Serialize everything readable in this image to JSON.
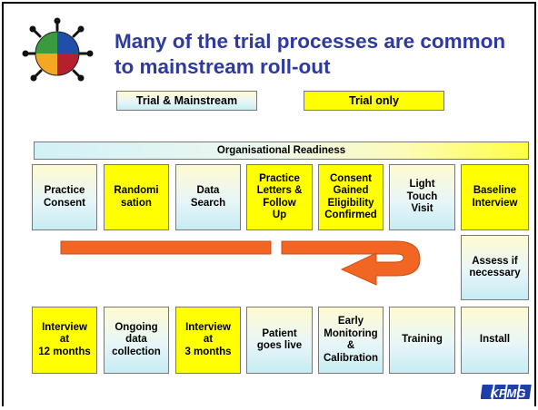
{
  "title": "Many of the trial processes are common to mainstream roll-out",
  "legend": {
    "mainstream_label": "Trial & Mainstream",
    "trial_only_label": "Trial only"
  },
  "readiness_label": "Organisational Readiness",
  "top_row": [
    {
      "label": "Practice\nConsent",
      "type": "trial-and-mainstream"
    },
    {
      "label": "Randomi\nsation",
      "type": "trial-only"
    },
    {
      "label": "Data\nSearch",
      "type": "trial-and-mainstream"
    },
    {
      "label": "Practice\nLetters &\nFollow\nUp",
      "type": "trial-only"
    },
    {
      "label": "Consent\nGained\nEligibility\nConfirmed",
      "type": "trial-only"
    },
    {
      "label": "Light\nTouch\nVisit",
      "type": "trial-and-mainstream"
    },
    {
      "label": "Baseline\nInterview",
      "type": "trial-only"
    }
  ],
  "side_box": {
    "label": "Assess if\nnecessary",
    "type": "trial-and-mainstream"
  },
  "bottom_row": [
    {
      "label": "Interview\nat\n12 months",
      "type": "trial-only"
    },
    {
      "label": "Ongoing\ndata\ncollection",
      "type": "trial-and-mainstream"
    },
    {
      "label": "Interview\nat\n3 months",
      "type": "trial-only"
    },
    {
      "label": "Patient\ngoes live",
      "type": "trial-and-mainstream"
    },
    {
      "label": "Early\nMonitoring\n&\nCalibration",
      "type": "trial-and-mainstream"
    },
    {
      "label": "Training",
      "type": "trial-and-mainstream"
    },
    {
      "label": "Install",
      "type": "trial-and-mainstream"
    }
  ],
  "logo_text": "KPMG",
  "colors": {
    "title": "#2e3a9c",
    "trial_only": "#ffff00",
    "arrow": "#f26522",
    "kpmg": "#1f3fa8"
  }
}
